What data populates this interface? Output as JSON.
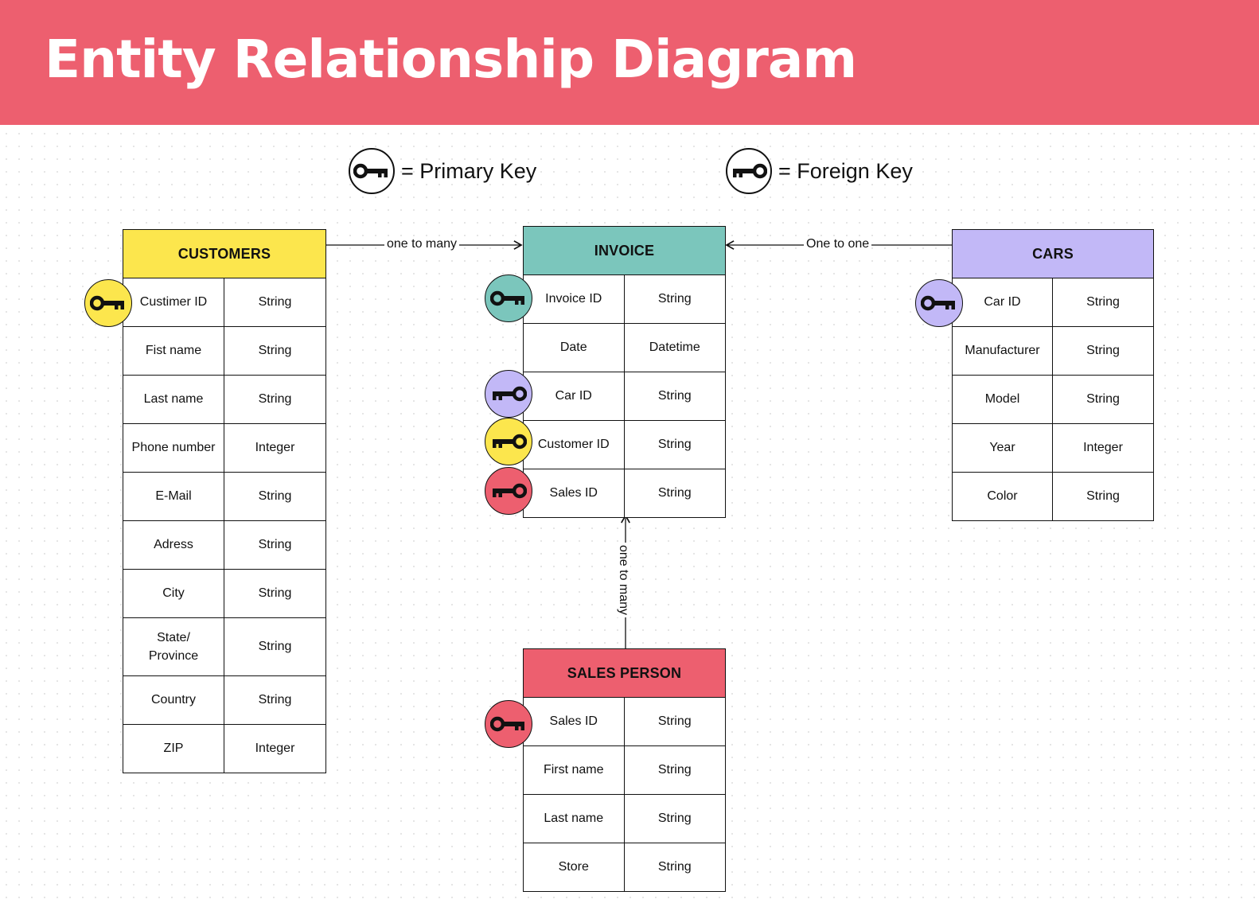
{
  "title": "Entity Relationship Diagram",
  "legend": {
    "primary": {
      "text": "= Primary Key",
      "icon": "primary-key-icon"
    },
    "foreign": {
      "text": "= Foreign Key",
      "icon": "foreign-key-icon"
    }
  },
  "colors": {
    "banner": "#ed5f6f",
    "customers": "#fce64d",
    "invoice": "#7bc6bc",
    "cars": "#c2b8f7",
    "sales_person": "#ed5f6f"
  },
  "entities": {
    "customers": {
      "title": "CUSTOMERS",
      "rows": [
        {
          "name": "Custimer ID",
          "type": "String"
        },
        {
          "name": "Fist name",
          "type": "String"
        },
        {
          "name": "Last name",
          "type": "String"
        },
        {
          "name": "Phone number",
          "type": "Integer"
        },
        {
          "name": "E-Mail",
          "type": "String"
        },
        {
          "name": "Adress",
          "type": "String"
        },
        {
          "name": "City",
          "type": "String"
        },
        {
          "name": "State/\nProvince",
          "type": "String"
        },
        {
          "name": "Country",
          "type": "String"
        },
        {
          "name": "ZIP",
          "type": "Integer"
        }
      ]
    },
    "invoice": {
      "title": "INVOICE",
      "rows": [
        {
          "name": "Invoice ID",
          "type": "String"
        },
        {
          "name": "Date",
          "type": "Datetime"
        },
        {
          "name": "Car ID",
          "type": "String"
        },
        {
          "name": "Customer ID",
          "type": "String"
        },
        {
          "name": "Sales ID",
          "type": "String"
        }
      ]
    },
    "cars": {
      "title": "CARS",
      "rows": [
        {
          "name": "Car ID",
          "type": "String"
        },
        {
          "name": "Manufacturer",
          "type": "String"
        },
        {
          "name": "Model",
          "type": "String"
        },
        {
          "name": "Year",
          "type": "Integer"
        },
        {
          "name": "Color",
          "type": "String"
        }
      ]
    },
    "sales_person": {
      "title": "SALES PERSON",
      "rows": [
        {
          "name": "Sales ID",
          "type": "String"
        },
        {
          "name": "First name",
          "type": "String"
        },
        {
          "name": "Last name",
          "type": "String"
        },
        {
          "name": "Store",
          "type": "String"
        }
      ]
    }
  },
  "relationships": [
    {
      "from": "CUSTOMERS",
      "to": "INVOICE",
      "label": "one to many"
    },
    {
      "from": "CARS",
      "to": "INVOICE",
      "label": "One to one"
    },
    {
      "from": "SALES PERSON",
      "to": "INVOICE",
      "label": "one to many"
    }
  ]
}
